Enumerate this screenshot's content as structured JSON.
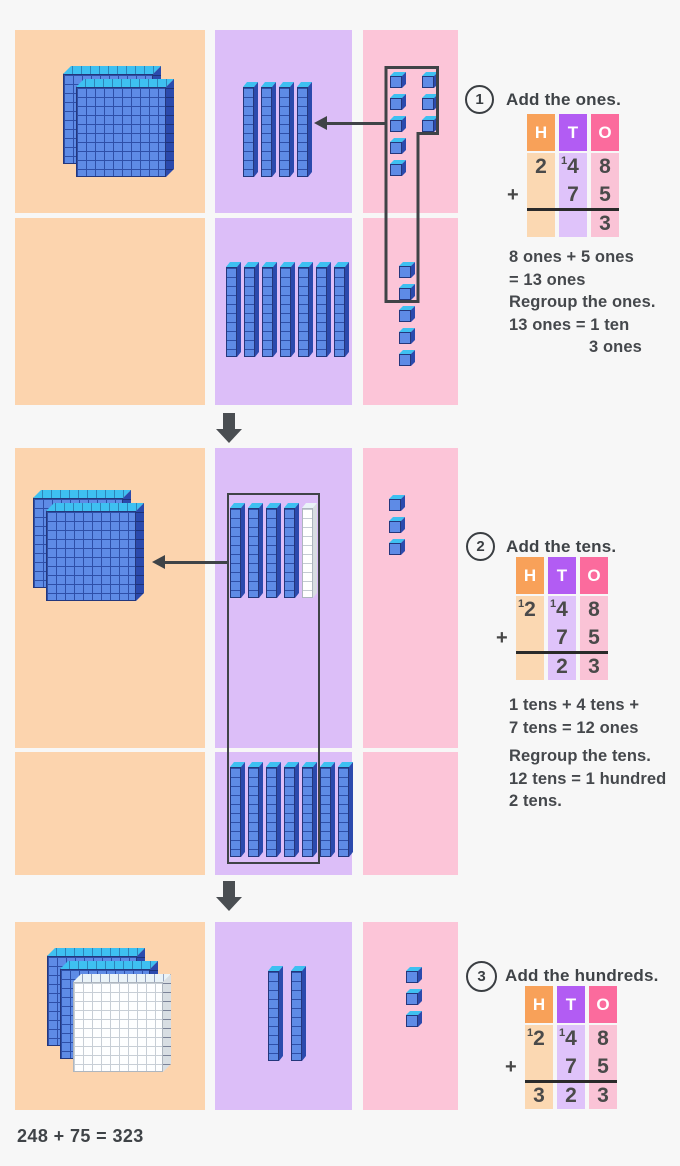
{
  "colors": {
    "background": "#f7f7f7",
    "hundreds_panel": "#FCD4AE",
    "tens_panel": "#DCBEF8",
    "ones_panel": "#FCC5D8",
    "hundreds_header": "#F8A159",
    "tens_header": "#B25CF3",
    "ones_header": "#FB6B9D",
    "hundreds_cell": "#FBD8B2",
    "tens_cell": "#DFC3FA",
    "ones_cell": "#FAC3D6",
    "block_blue": "#5E8BE6",
    "block_top_cyan": "#3EC0F1",
    "block_side_navy": "#2B4AAD",
    "annotation_dark": "#3F4347"
  },
  "equation": "248 + 75 = 323",
  "steps": [
    {
      "number": "1",
      "title": "Add the ones.",
      "plus": "+",
      "headers": [
        "H",
        "T",
        "O"
      ],
      "row1": [
        {
          "sup": "",
          "digit": "2"
        },
        {
          "sup": "1",
          "digit": "4"
        },
        {
          "sup": "",
          "digit": "8"
        }
      ],
      "row2": [
        "",
        "7",
        "5"
      ],
      "row3": [
        "",
        "",
        "3"
      ],
      "notes": [
        {
          "text": "8 ones + 5 ones"
        },
        {
          "text": "= 13 ones"
        },
        {
          "text": "Regroup the ones."
        },
        {
          "text": "13 ones = 1 ten"
        },
        {
          "text": "3 ones"
        }
      ],
      "blocks": {
        "addend1_hundreds": {
          "type": "flat",
          "colors": [
            "blue",
            "blue"
          ]
        },
        "addend1_tens": {
          "type": "rod",
          "colors": [
            "blue",
            "blue",
            "blue",
            "blue"
          ]
        },
        "addend1_ones": {
          "type": "cubes",
          "cols": [
            5,
            3
          ]
        },
        "addend2_tens": {
          "type": "rod",
          "colors": [
            "blue",
            "blue",
            "blue",
            "blue",
            "blue",
            "blue",
            "blue"
          ]
        },
        "addend2_ones": {
          "type": "cubes",
          "cols": [
            5
          ]
        }
      }
    },
    {
      "number": "2",
      "title": "Add the tens.",
      "plus": "+",
      "headers": [
        "H",
        "T",
        "O"
      ],
      "row1": [
        {
          "sup": "1",
          "digit": "2"
        },
        {
          "sup": "1",
          "digit": "4"
        },
        {
          "sup": "",
          "digit": "8"
        }
      ],
      "row2": [
        "",
        "7",
        "5"
      ],
      "row3": [
        "",
        "2",
        "3"
      ],
      "notes": [
        {
          "text": "1 tens + 4 tens +"
        },
        {
          "text": "7 tens = 12 ones"
        },
        {
          "text": "Regroup the tens."
        },
        {
          "text": "12 tens = 1 hundred"
        },
        {
          "text": "2 tens."
        }
      ],
      "blocks": {
        "hundreds": {
          "type": "flat",
          "colors": [
            "blue",
            "blue"
          ]
        },
        "tens_top": {
          "type": "rod",
          "colors": [
            "blue",
            "blue",
            "blue",
            "blue",
            "white"
          ]
        },
        "ones": {
          "type": "cubes",
          "cols": [
            3
          ]
        },
        "tens_bottom": {
          "type": "rod",
          "colors": [
            "blue",
            "blue",
            "blue",
            "blue",
            "blue",
            "blue",
            "blue"
          ]
        }
      }
    },
    {
      "number": "3",
      "title": "Add the hundreds.",
      "plus": "+",
      "headers": [
        "H",
        "T",
        "O"
      ],
      "row1": [
        {
          "sup": "1",
          "digit": "2"
        },
        {
          "sup": "1",
          "digit": "4"
        },
        {
          "sup": "",
          "digit": "8"
        }
      ],
      "row2": [
        "",
        "7",
        "5"
      ],
      "row3": [
        "3",
        "2",
        "3"
      ],
      "notes": [],
      "blocks": {
        "hundreds": {
          "type": "flat",
          "colors": [
            "blue",
            "blue",
            "white"
          ]
        },
        "tens": {
          "type": "rod",
          "colors": [
            "blue",
            "blue"
          ]
        },
        "ones": {
          "type": "cubes",
          "cols": [
            3
          ]
        }
      }
    }
  ]
}
